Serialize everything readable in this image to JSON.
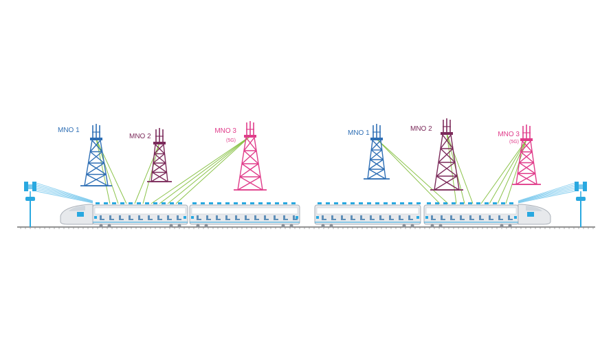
{
  "colors": {
    "mno1": "#2F6FB5",
    "mno2": "#7B2A5A",
    "mno3": "#E03C8A",
    "link": "#8BC34A",
    "train_body": "#e7e9ec",
    "train_outline": "#aab0b8",
    "accent": "#29A8E0",
    "track": "#555555"
  },
  "towers": [
    {
      "id": "l-mno1",
      "label": "MNO 1",
      "sublabel": "",
      "operator": "mno1"
    },
    {
      "id": "l-mno2",
      "label": "MNO 2",
      "sublabel": "",
      "operator": "mno2"
    },
    {
      "id": "l-mno3",
      "label": "MNO 3",
      "sublabel": "(5G)",
      "operator": "mno3"
    },
    {
      "id": "r-mno1",
      "label": "MNO 1",
      "sublabel": "",
      "operator": "mno1"
    },
    {
      "id": "r-mno2",
      "label": "MNO 2",
      "sublabel": "",
      "operator": "mno2"
    },
    {
      "id": "r-mno3",
      "label": "MNO 3",
      "sublabel": "(5G)",
      "operator": "mno3"
    }
  ],
  "trackside_masts": [
    {
      "id": "mast-left",
      "icon": "trackside-antenna-icon"
    },
    {
      "id": "mast-right",
      "icon": "trackside-antenna-icon"
    }
  ],
  "trains": [
    {
      "id": "train-left",
      "direction": "left"
    },
    {
      "id": "train-right",
      "direction": "right"
    }
  ]
}
